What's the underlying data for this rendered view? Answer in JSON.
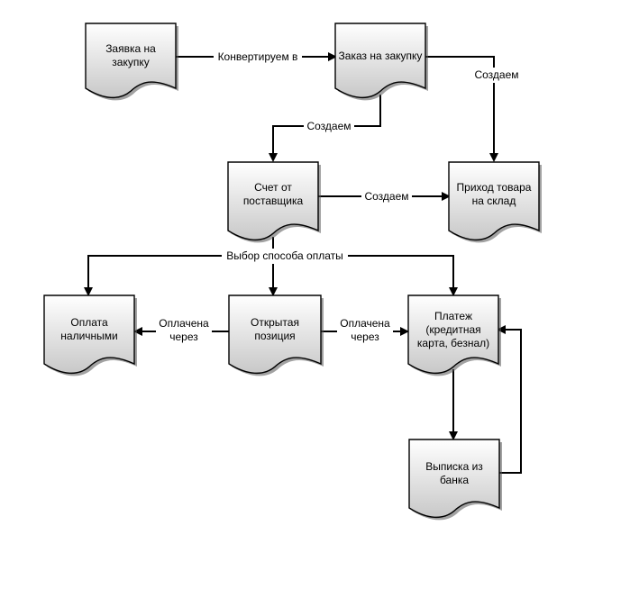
{
  "nodes": {
    "purchase_request": {
      "lines": [
        "Заявка на",
        "закупку"
      ]
    },
    "purchase_order": {
      "lines": [
        "Заказ на закупку"
      ]
    },
    "vendor_invoice": {
      "lines": [
        "Счет от",
        "поставщика"
      ]
    },
    "goods_receipt": {
      "lines": [
        "Приход товара",
        "на склад"
      ]
    },
    "cash_payment": {
      "lines": [
        "Оплата",
        "наличными"
      ]
    },
    "open_item": {
      "lines": [
        "Открытая",
        "позиция"
      ]
    },
    "payment": {
      "lines": [
        "Платеж",
        "(кредитная",
        "карта, безнал)"
      ]
    },
    "bank_statement": {
      "lines": [
        "Выписка из",
        "банка"
      ]
    }
  },
  "edges": {
    "convert": {
      "lines": [
        "Конвертируем в"
      ]
    },
    "create_receipt": {
      "lines": [
        "Создаем"
      ]
    },
    "create_invoice": {
      "lines": [
        "Создаем"
      ]
    },
    "create_receipt_from_invoice": {
      "lines": [
        "Создаем"
      ],
      "color": "#1a1ab8"
    },
    "payment_method": {
      "lines": [
        "Выбор способа оплаты"
      ]
    },
    "paid_cash": {
      "lines": [
        "Оплачена",
        "через"
      ]
    },
    "paid_payment": {
      "lines": [
        "Оплачена",
        "через"
      ]
    }
  },
  "colors": {
    "doc_fill_top": "#ffffff",
    "doc_fill_bottom": "#c8c8c8",
    "shadow": "#555555"
  }
}
